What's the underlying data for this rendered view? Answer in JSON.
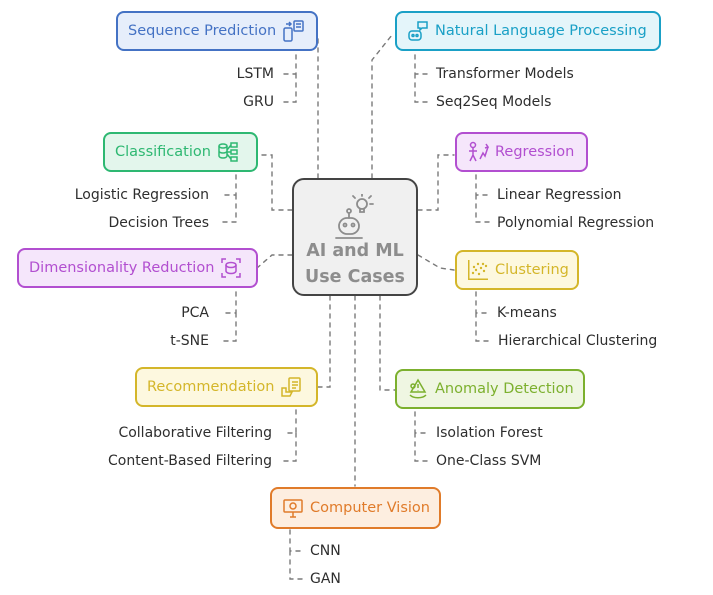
{
  "center": {
    "title_line1": "AI and ML",
    "title_line2": "Use Cases",
    "icon": "robot-lightbulb-icon"
  },
  "colors": {
    "blue": "#4472c4",
    "blue_bg": "#e6eefb",
    "cyan": "#1aa0c6",
    "cyan_bg": "#e4f5fa",
    "green": "#2eb872",
    "green_bg": "#e3f6ec",
    "purple": "#b24fd0",
    "purple_bg": "#f5e6fb",
    "yellow": "#d4b62a",
    "yellow_bg": "#fdf8df",
    "olive": "#7cb02e",
    "olive_bg": "#eff6e2",
    "orange": "#e07b2a",
    "orange_bg": "#fdeee0"
  },
  "nodes": [
    {
      "id": "sequence-prediction",
      "label": "Sequence Prediction",
      "icon": "mobile-sequence-icon",
      "color": "blue",
      "items": [
        "LSTM",
        "GRU"
      ]
    },
    {
      "id": "natural-language-processing",
      "label": "Natural Language Processing",
      "icon": "chat-robot-icon",
      "color": "cyan",
      "items": [
        "Transformer Models",
        "Seq2Seq Models"
      ]
    },
    {
      "id": "classification",
      "label": "Classification",
      "icon": "database-network-icon",
      "color": "green",
      "items": [
        "Logistic Regression",
        "Decision Trees"
      ]
    },
    {
      "id": "regression",
      "label": "Regression",
      "icon": "person-trend-icon",
      "color": "purple",
      "items": [
        "Linear Regression",
        "Polynomial Regression"
      ]
    },
    {
      "id": "dimensionality-reduction",
      "label": "Dimensionality Reduction",
      "icon": "cube-reduce-icon",
      "color": "purple",
      "items": [
        "PCA",
        "t-SNE"
      ]
    },
    {
      "id": "clustering",
      "label": "Clustering",
      "icon": "scatter-dots-icon",
      "color": "yellow",
      "items": [
        "K-means",
        "Hierarchical Clustering"
      ]
    },
    {
      "id": "recommendation",
      "label": "Recommendation",
      "icon": "hand-list-icon",
      "color": "yellow",
      "items": [
        "Collaborative Filtering",
        "Content-Based Filtering"
      ]
    },
    {
      "id": "anomaly-detection",
      "label": "Anomaly Detection",
      "icon": "warning-scan-icon",
      "color": "olive",
      "items": [
        "Isolation Forest",
        "One-Class SVM"
      ]
    },
    {
      "id": "computer-vision",
      "label": "Computer Vision",
      "icon": "camera-screen-icon",
      "color": "orange",
      "items": [
        "CNN",
        "GAN"
      ]
    }
  ]
}
